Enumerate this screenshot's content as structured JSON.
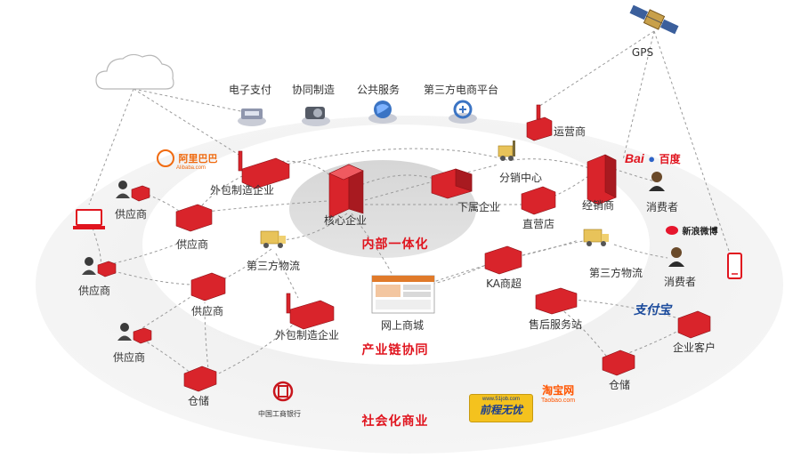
{
  "rings": {
    "inner": "内部一体化",
    "middle": "产业链协同",
    "outer": "社会化商业"
  },
  "services": [
    "电子支付",
    "协同制造",
    "公共服务",
    "第三方电商平台"
  ],
  "nodes": {
    "core": "核心企业",
    "subsidiary": "下属企业",
    "outsource_top": "外包制造企业",
    "outsource_bottom": "外包制造企业",
    "supplier_inner_top": "供应商",
    "supplier_inner_bottom": "供应商",
    "logistics_left": "第三方物流",
    "logistics_right": "第三方物流",
    "online_mall": "网上商城",
    "distribution_center": "分销中心",
    "direct_store": "直营店",
    "dealer": "经销商",
    "ka_supermarket": "KA商超",
    "after_sales": "售后服务站",
    "operator": "运营商",
    "supplier_left_1": "供应商",
    "supplier_left_2": "供应商",
    "supplier_left_3": "供应商",
    "warehouse_left": "仓储",
    "warehouse_right": "仓储",
    "consumer_1": "消费者",
    "consumer_2": "消费者",
    "enterprise_customer": "企业客户",
    "gps": "GPS"
  },
  "logos": {
    "alibaba": "阿里巴巴",
    "alibaba_sub": "Alibaba.com",
    "baidu_bai": "Bai",
    "baidu_cn": "百度",
    "weibo": "新浪微博",
    "alipay": "支付宝",
    "icbc": "中国工商银行",
    "taobao": "淘宝网",
    "taobao_sub": "Taobao.com",
    "job51_url": "www.51job.com",
    "job51_slogan": "前程无忧"
  },
  "colors": {
    "accent_red": "#e0141e",
    "building_red": "#d9242b",
    "line_gray": "#9a9a9a",
    "ring_fill": "#f2f2f2"
  }
}
